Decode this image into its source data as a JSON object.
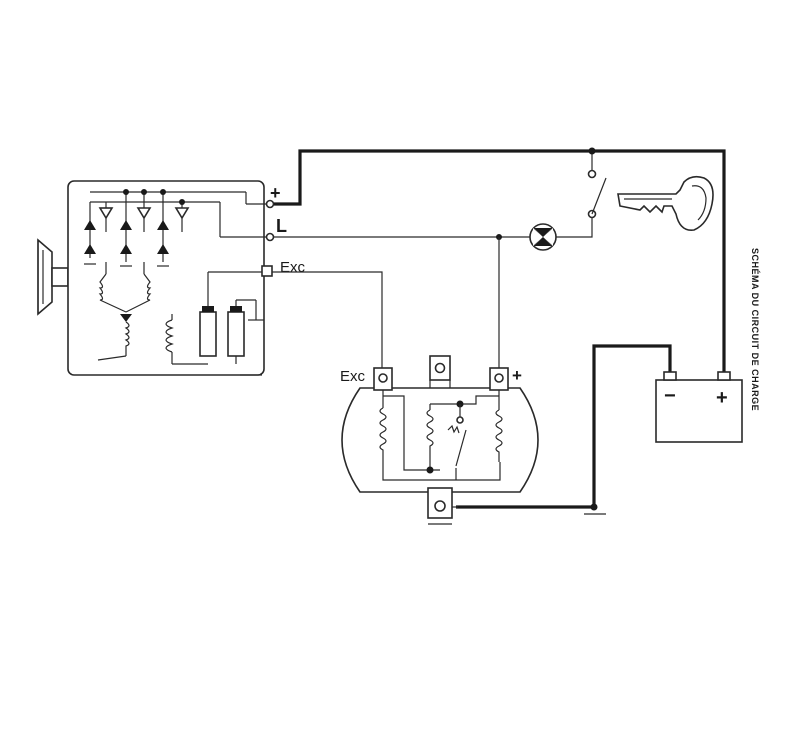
{
  "diagram": {
    "title": "SCHÉMA DU CIRCUIT DE CHARGE",
    "alternator": {
      "plus_label": "+",
      "l_label": "L",
      "exc_label": "Exc"
    },
    "regulator": {
      "exc_label": "Exc",
      "plus_label": "+"
    },
    "battery": {
      "minus_label": "−",
      "plus_label": "+"
    },
    "colors": {
      "line": "#2a2a2a",
      "background": "#ffffff"
    }
  }
}
